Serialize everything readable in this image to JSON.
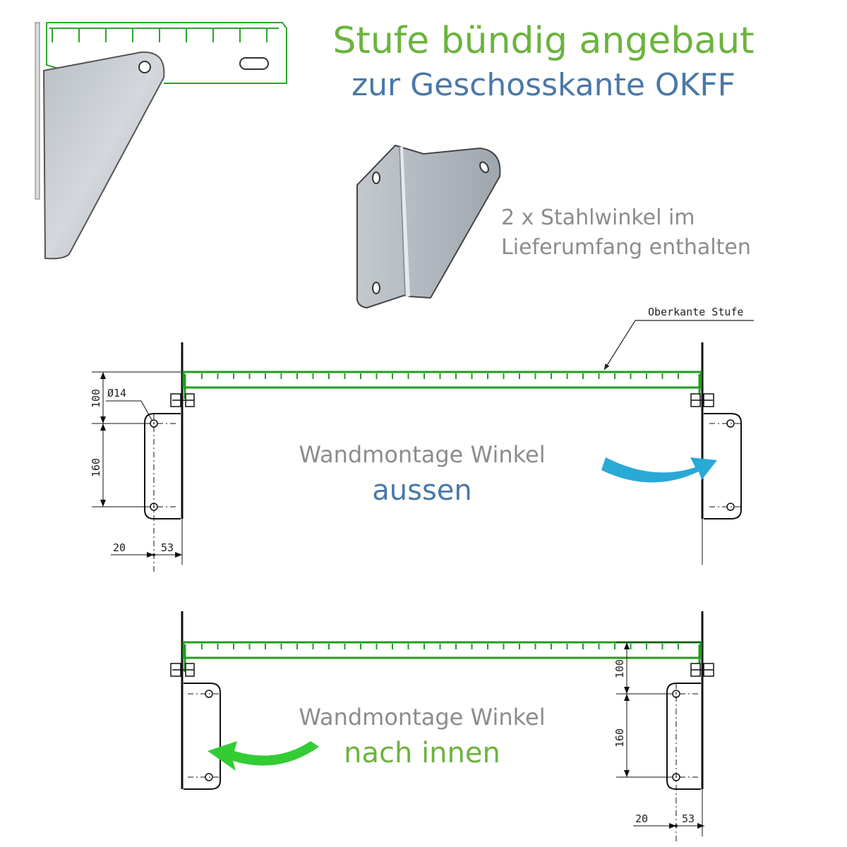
{
  "title": {
    "line1": "Stufe bündig angebaut",
    "line2": "zur Geschosskante OKFF"
  },
  "included_note": {
    "line1": "2 x Stahlwinkel im",
    "line2": "Lieferumfang enthalten"
  },
  "top_label": "Oberkante Stufe",
  "section_outside": {
    "caption": "Wandmontage Winkel",
    "mode": "aussen"
  },
  "section_inside": {
    "caption": "Wandmontage Winkel",
    "mode": "nach innen"
  },
  "dimensions": {
    "hole_diameter": "Ø14",
    "top_offset": "100",
    "hole_spacing": "160",
    "edge_offset": "20",
    "flange_width": "53"
  },
  "colors": {
    "green_text": "#6cb33e",
    "blue_text": "#4a78a8",
    "green_line": "#1f9e1f",
    "blue_arrow": "#29a9d6",
    "green_arrow": "#33cc33"
  },
  "icons": [
    "bracket-icon",
    "arrow-curved-right-icon",
    "arrow-curved-left-icon"
  ]
}
